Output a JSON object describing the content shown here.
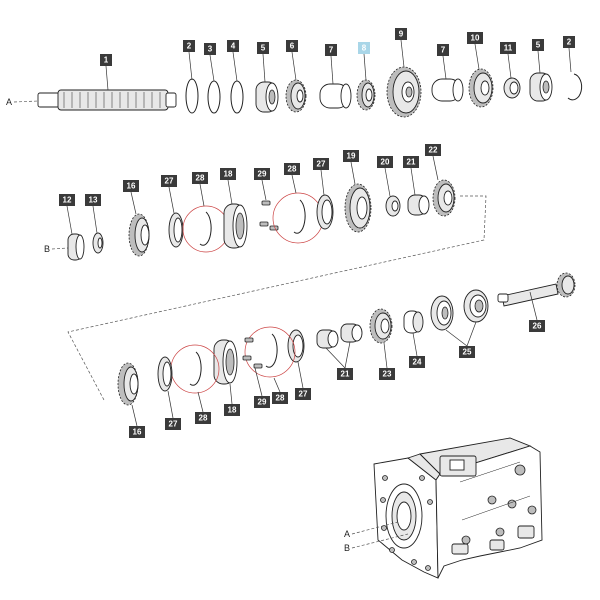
{
  "callouts": [
    {
      "id": "c1",
      "text": "1",
      "highlight": false
    },
    {
      "id": "c2a",
      "text": "2",
      "highlight": false
    },
    {
      "id": "c3",
      "text": "3",
      "highlight": false
    },
    {
      "id": "c4",
      "text": "4",
      "highlight": false
    },
    {
      "id": "c5a",
      "text": "5",
      "highlight": false
    },
    {
      "id": "c6",
      "text": "6",
      "highlight": false
    },
    {
      "id": "c7a",
      "text": "7",
      "highlight": false
    },
    {
      "id": "c8",
      "text": "8",
      "highlight": true
    },
    {
      "id": "c9",
      "text": "9",
      "highlight": false
    },
    {
      "id": "c7b",
      "text": "7",
      "highlight": false
    },
    {
      "id": "c10",
      "text": "10",
      "highlight": false
    },
    {
      "id": "c11",
      "text": "11",
      "highlight": false
    },
    {
      "id": "c5b",
      "text": "5",
      "highlight": false
    },
    {
      "id": "c2b",
      "text": "2",
      "highlight": false
    },
    {
      "id": "c12",
      "text": "12",
      "highlight": false
    },
    {
      "id": "c13",
      "text": "13",
      "highlight": false
    },
    {
      "id": "c16a",
      "text": "16",
      "highlight": false
    },
    {
      "id": "c27a",
      "text": "27",
      "highlight": false
    },
    {
      "id": "c28a",
      "text": "28",
      "highlight": false
    },
    {
      "id": "c18a",
      "text": "18",
      "highlight": false
    },
    {
      "id": "c29a",
      "text": "29",
      "highlight": false
    },
    {
      "id": "c28b",
      "text": "28",
      "highlight": false
    },
    {
      "id": "c27b",
      "text": "27",
      "highlight": false
    },
    {
      "id": "c19",
      "text": "19",
      "highlight": false
    },
    {
      "id": "c20",
      "text": "20",
      "highlight": false
    },
    {
      "id": "c21a",
      "text": "21",
      "highlight": false
    },
    {
      "id": "c22",
      "text": "22",
      "highlight": false
    },
    {
      "id": "c26",
      "text": "26",
      "highlight": false
    },
    {
      "id": "c25",
      "text": "25",
      "highlight": false
    },
    {
      "id": "c24",
      "text": "24",
      "highlight": false
    },
    {
      "id": "c23",
      "text": "23",
      "highlight": false
    },
    {
      "id": "c21b",
      "text": "21",
      "highlight": false
    },
    {
      "id": "c27c",
      "text": "27",
      "highlight": false
    },
    {
      "id": "c28c",
      "text": "28",
      "highlight": false
    },
    {
      "id": "c29b",
      "text": "29",
      "highlight": false
    },
    {
      "id": "c18b",
      "text": "18",
      "highlight": false
    },
    {
      "id": "c28d",
      "text": "28",
      "highlight": false
    },
    {
      "id": "c27d",
      "text": "27",
      "highlight": false
    },
    {
      "id": "c16b",
      "text": "16",
      "highlight": false
    }
  ],
  "references": {
    "a_top": "A",
    "b_mid": "B",
    "a_housing": "A",
    "b_housing": "B"
  }
}
